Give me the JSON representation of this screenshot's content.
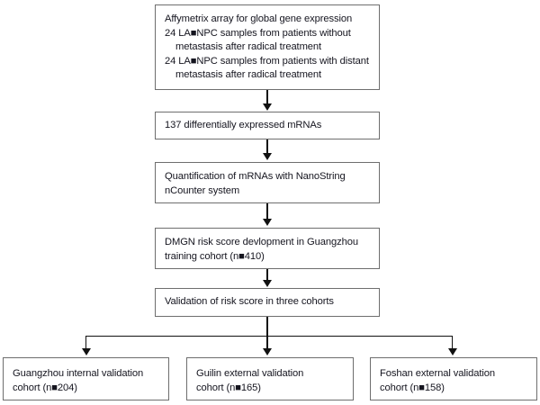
{
  "diagram": {
    "type": "flowchart",
    "orientation": "top-to-bottom",
    "colors": {
      "background": "#ffffff",
      "box_border": "#6e6e6e",
      "connector": "#111111",
      "text": "#15151f"
    },
    "nodes": {
      "affymetrix": {
        "label": "Affymetrix array for global gene expression\n24 LA■NPC samples from patients without\n    metastasis after radical treatment\n24 LA■NPC samples from patients with distant\n    metastasis after radical treatment"
      },
      "mrnas": {
        "label": "137 differentially expressed mRNAs"
      },
      "quantification": {
        "label": "Quantification of mRNAs with NanoString\nnCounter system"
      },
      "dmgn": {
        "label": "DMGN risk score devlopment in Guangzhou\ntraining cohort (n■410)"
      },
      "validation": {
        "label": "Validation of risk score in three cohorts"
      },
      "guangzhou_internal": {
        "label": "Guangzhou internal validation\ncohort (n■204)"
      },
      "guilin_external": {
        "label": "Guilin external validation\ncohort (n■165)"
      },
      "foshan_external": {
        "label": "Foshan external validation\ncohort (n■158)"
      }
    },
    "edges": [
      {
        "from": "affymetrix",
        "to": "mrnas",
        "arrowhead": "down"
      },
      {
        "from": "mrnas",
        "to": "quantification",
        "arrowhead": "down"
      },
      {
        "from": "quantification",
        "to": "dmgn",
        "arrowhead": "down"
      },
      {
        "from": "dmgn",
        "to": "validation",
        "arrowhead": "down"
      },
      {
        "from": "validation",
        "to": "guangzhou_internal",
        "arrowhead": "down"
      },
      {
        "from": "validation",
        "to": "guilin_external",
        "arrowhead": "down"
      },
      {
        "from": "validation",
        "to": "foshan_external",
        "arrowhead": "down"
      }
    ],
    "counts": {
      "arrays_without_metastasis": 24,
      "arrays_with_distant_metastasis": 24,
      "differential_mrnas": 137,
      "training_cohort_n": 410,
      "guangzhou_internal_n": 204,
      "guilin_external_n": 165,
      "foshan_external_n": 158
    }
  }
}
